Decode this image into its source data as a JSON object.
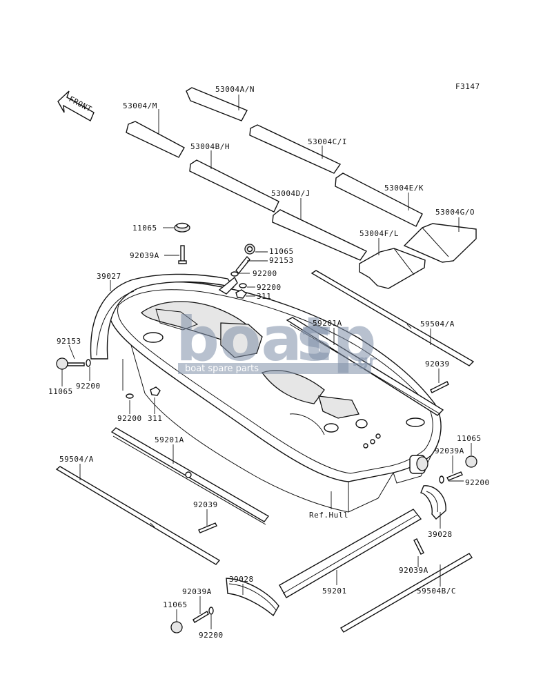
{
  "figure_code": "F3147",
  "front_arrow_label": "FRONT",
  "watermark": {
    "brand_left": "boat",
    "brand_right": "sp",
    "suffix": ".gr",
    "tagline": "boat spare parts"
  },
  "labels": {
    "l_53004AN": "53004A/N",
    "l_53004M": "53004/M",
    "l_53004CI": "53004C/I",
    "l_53004BH": "53004B/H",
    "l_53004EK": "53004E/K",
    "l_53004DJ": "53004D/J",
    "l_53004GO": "53004G/O",
    "l_53004FL": "53004F/L",
    "l_11065_top": "11065",
    "l_92039A_top": "92039A",
    "l_11065_mid": "11065",
    "l_92153_mid": "92153",
    "l_92200_mid1": "92200",
    "l_92200_mid2": "92200",
    "l_311_mid": "311",
    "l_39027": "39027",
    "l_92153_left": "92153",
    "l_11065_left": "11065",
    "l_92200_left": "92200",
    "l_92200_lower": "92200",
    "l_311_lower": "311",
    "l_59201A_top": "59201A",
    "l_59504A_right": "59504/A",
    "l_92039_right": "92039",
    "l_59201A_left": "59201A",
    "l_59504A_left": "59504/A",
    "l_92039_lower": "92039",
    "l_ref_hull": "Ref.Hull",
    "l_11065_right": "11065",
    "l_92039A_right": "92039A",
    "l_92200_right": "92200",
    "l_39028_right": "39028",
    "l_92039A_lower": "92039A",
    "l_59201": "59201",
    "l_39028_bottom": "39028",
    "l_92039A_bottom": "92039A",
    "l_11065_bottom": "11065",
    "l_92200_bottom": "92200",
    "l_59504BC": "59504B/C"
  }
}
